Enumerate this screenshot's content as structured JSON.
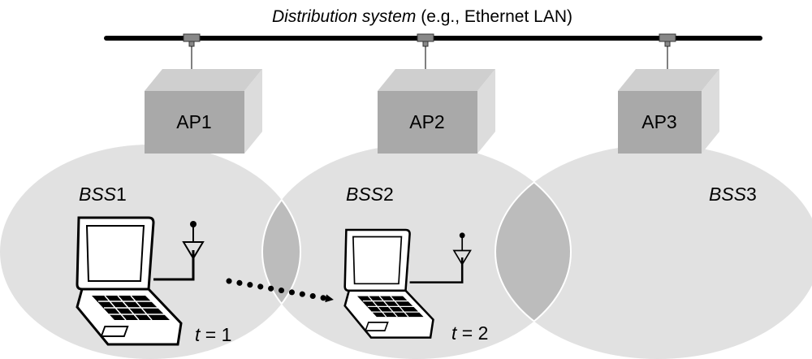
{
  "title": {
    "italic": "Distribution system",
    "rest": " (e.g., Ethernet LAN)"
  },
  "access_points": [
    {
      "label": "AP1"
    },
    {
      "label": "AP2"
    },
    {
      "label": "AP3"
    }
  ],
  "bss": [
    {
      "prefix": "BSS",
      "num": "1"
    },
    {
      "prefix": "BSS",
      "num": "2"
    },
    {
      "prefix": "BSS",
      "num": "3"
    }
  ],
  "times": [
    {
      "var": "t",
      "eq": " = 1"
    },
    {
      "var": "t",
      "eq": " = 2"
    }
  ],
  "colors": {
    "cell": "#e1e1e1",
    "overlap": "#bcbcbc",
    "ap_front": "#a9a9a9",
    "ap_top": "#cfcfcf",
    "ap_side": "#dcdcdc",
    "bus": "#000000"
  }
}
